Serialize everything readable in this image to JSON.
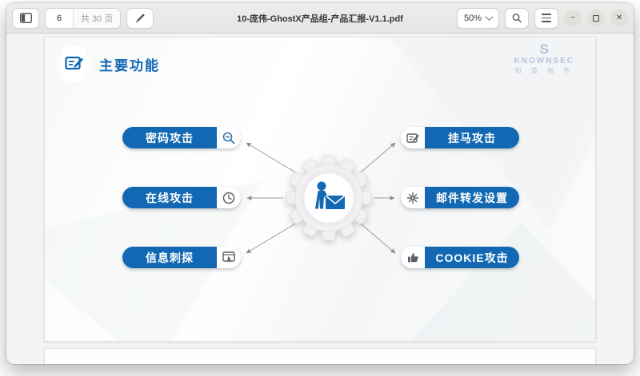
{
  "header": {
    "page_number": "6",
    "page_total": "共 30 页",
    "title": "10-庞伟-GhostX产品组-产品汇报-V1.1.pdf",
    "zoom_level": "50%",
    "icons": {
      "minimize": "−",
      "close": "✕"
    }
  },
  "slide": {
    "title": "主要功能",
    "watermark": {
      "mark": "S",
      "brand": "KNOWNSEC",
      "brand_cn": "知 道 创 宇"
    },
    "left_items": [
      {
        "label": "密码攻击",
        "icon": "magnifier-icon"
      },
      {
        "label": "在线攻击",
        "icon": "gauge-icon"
      },
      {
        "label": "信息刺探",
        "icon": "window-cursor-icon"
      }
    ],
    "right_items": [
      {
        "label": "挂马攻击",
        "icon": "document-pen-icon"
      },
      {
        "label": "邮件转发设置",
        "icon": "gear-icon"
      },
      {
        "label": "COOKIE攻击",
        "icon": "thumbs-up-icon"
      }
    ],
    "colors": {
      "accent": "#1268b3",
      "watermark_blue": "#b6c2dc"
    }
  }
}
